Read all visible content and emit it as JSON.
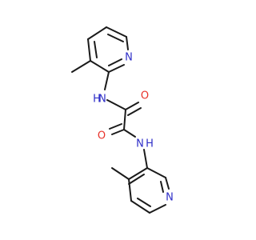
{
  "molecule": {
    "atoms": [
      {
        "id": "ch3_a",
        "element": "C"
      },
      {
        "id": "c3_a",
        "element": "C"
      },
      {
        "id": "c4_a",
        "element": "C"
      },
      {
        "id": "c5_a",
        "element": "C"
      },
      {
        "id": "c6_a",
        "element": "C"
      },
      {
        "id": "n1_a",
        "element": "N",
        "label": "N"
      },
      {
        "id": "c2_a",
        "element": "C"
      },
      {
        "id": "nh_a",
        "element": "N",
        "label": "H\nN"
      },
      {
        "id": "co_a",
        "element": "C"
      },
      {
        "id": "o_a",
        "element": "O",
        "label": "O"
      },
      {
        "id": "co_b",
        "element": "C"
      },
      {
        "id": "o_b",
        "element": "O",
        "label": "O"
      },
      {
        "id": "nh_b",
        "element": "N",
        "label": "N\nH"
      },
      {
        "id": "c2_b",
        "element": "C"
      },
      {
        "id": "n1_b",
        "element": "N",
        "label": "N"
      },
      {
        "id": "c6_b",
        "element": "C"
      },
      {
        "id": "c5_b",
        "element": "C"
      },
      {
        "id": "c4_b",
        "element": "C"
      },
      {
        "id": "c3_b",
        "element": "C"
      },
      {
        "id": "ch3_b",
        "element": "C"
      }
    ],
    "labels": {
      "n1_a": "N",
      "nh_a_n": "N",
      "nh_a_h": "H",
      "o_a": "O",
      "o_b": "O",
      "nh_b_n": "N",
      "nh_b_h": "H",
      "n1_b": "N"
    },
    "colors": {
      "carbon": "#1a1a1a",
      "nitrogen": "#2e2ec8",
      "oxygen": "#e8322a",
      "background": "#ffffff"
    }
  }
}
